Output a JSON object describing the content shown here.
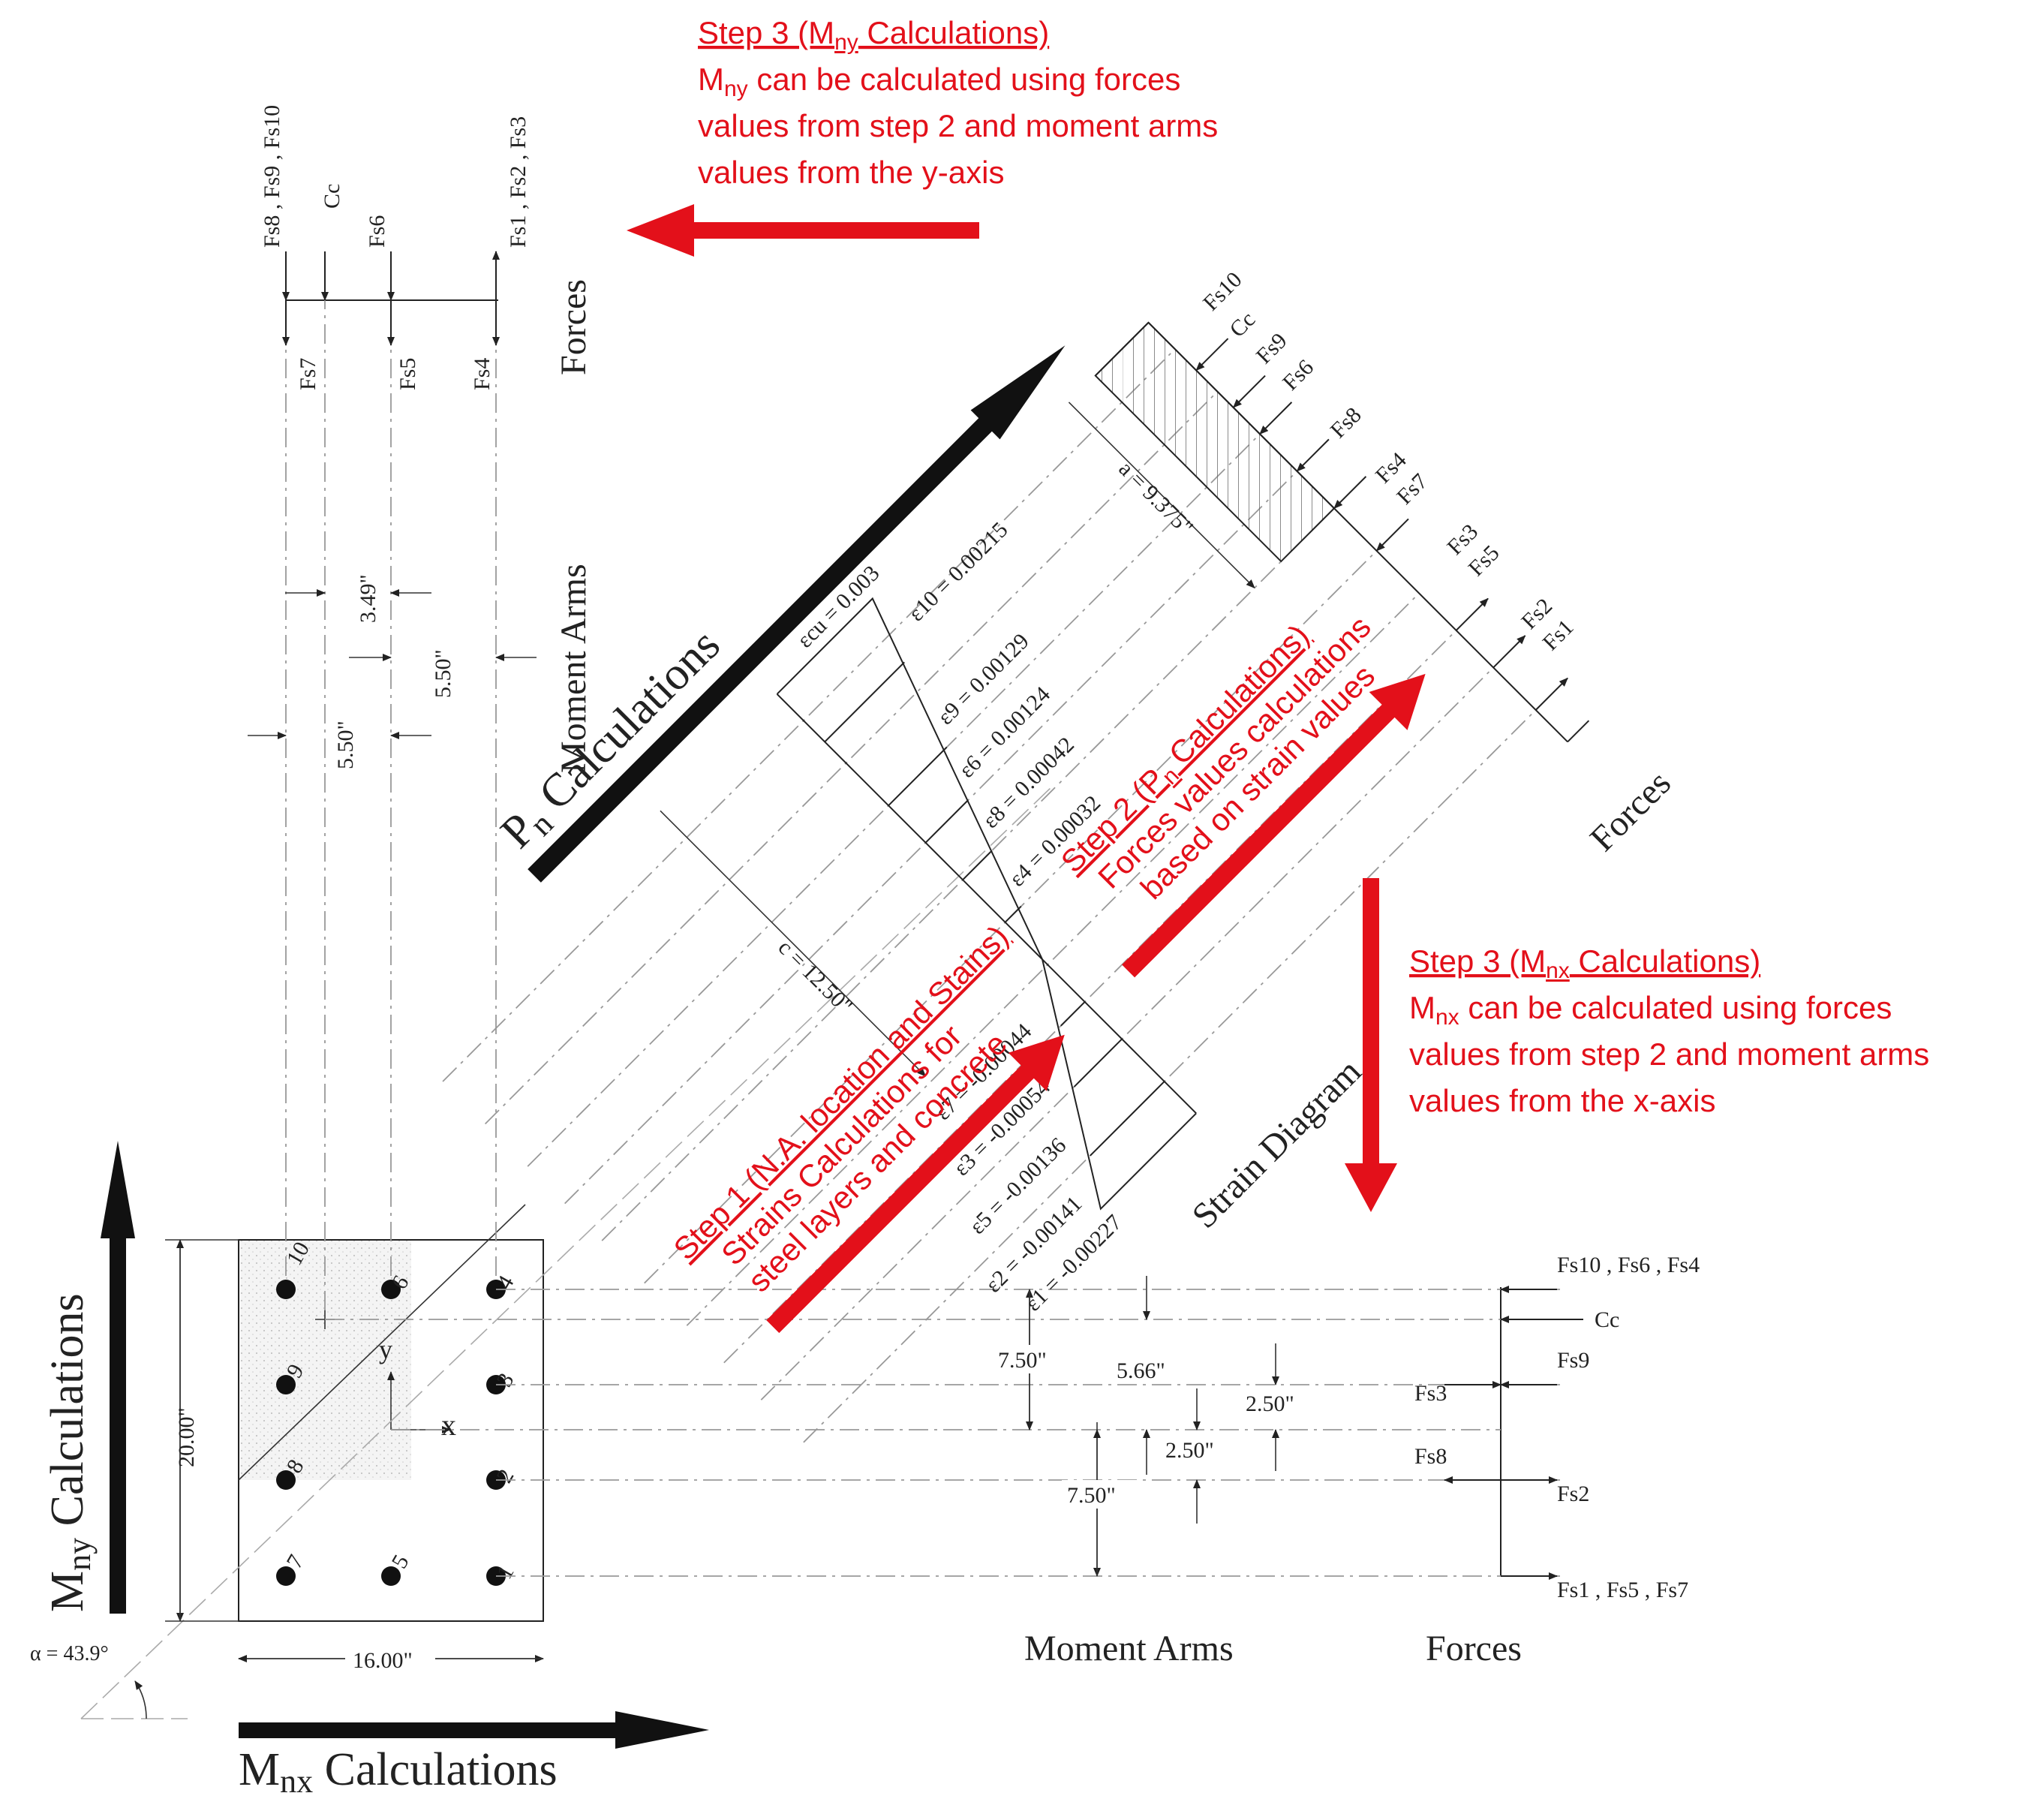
{
  "titles": {
    "pn": "P",
    "pn_sub": "n",
    "pn_rest": " Calculations",
    "mnx": "M",
    "mnx_sub": "nx",
    "mnx_rest": " Calculations",
    "mny": "M",
    "mny_sub": "ny",
    "mny_rest": " Calculations"
  },
  "step3_top": {
    "title_a": "Step 3 (M",
    "title_sub": "ny",
    "title_b": " Calculations)",
    "line1_a": "M",
    "line1_sub": "ny",
    "line1_b": " can be calculated using forces",
    "line2": "values from step 2 and moment arms",
    "line3": "values from the y-axis"
  },
  "step3_right": {
    "title_a": "Step 3 (M",
    "title_sub": "nx",
    "title_b": " Calculations)",
    "line1_a": "M",
    "line1_sub": "nx",
    "line1_b": " can be calculated using forces",
    "line2": "values from step 2 and moment arms",
    "line3": "values from the x-axis"
  },
  "step1": {
    "line1": "Step 1 (N.A. location and Stains)",
    "line2": "Strains Calculations for",
    "line3": "steel layers and concrete"
  },
  "step2": {
    "line1_a": "Step 2 (P",
    "line1_sub": "n",
    "line1_b": " Calculations)",
    "line2": "Forces values calculations",
    "line3": "based on strain values"
  },
  "section": {
    "height": "20.00\"",
    "width": "16.00\"",
    "alpha": "α = 43.9°",
    "x_axis": "x",
    "y_axis": "y",
    "bars": [
      "1",
      "2",
      "3",
      "4",
      "5",
      "6",
      "7",
      "8",
      "9",
      "10"
    ]
  },
  "top_diagram": {
    "forces_label": "Forces",
    "moment_arms_label": "Moment Arms",
    "top_forces": [
      "Fs8 , Fs9 , Fs10",
      "Cc",
      "Fs6",
      "Fs1 , Fs2 , Fs3"
    ],
    "bottom_forces": [
      "Fs7",
      "Fs5",
      "Fs4"
    ],
    "dims": [
      "3.49\"",
      "5.50\"",
      "5.50\""
    ]
  },
  "right_diagram": {
    "forces_label": "Forces",
    "moment_arms_label": "Moment Arms",
    "forces": [
      "Fs10 , Fs6 , Fs4",
      "Cc",
      "Fs9",
      "Fs3",
      "Fs8",
      "Fs2",
      "Fs1 , Fs5 , Fs7"
    ],
    "dims": [
      "7.50\"",
      "5.66\"",
      "2.50\"",
      "2.50\"",
      "7.50\""
    ]
  },
  "strain_diagram": {
    "label": "Strain Diagram",
    "c_dim": "c = 12.50\"",
    "a_dim": "a = 9.375\"",
    "forces_label": "Forces",
    "top_strains": [
      "εcu = 0.003",
      "ε10 = 0.00215",
      "ε9 = 0.00129",
      "ε6 = 0.00124",
      "ε8 = 0.00042",
      "ε4 = 0.00032"
    ],
    "bottom_strains": [
      "ε7 = -0.00044",
      "ε3 = -0.00054",
      "ε5 = -0.00136",
      "ε2 = -0.00141",
      "ε1 = -0.00227"
    ],
    "block_forces": [
      "Fs10",
      "Cc",
      "Fs9",
      "Fs6",
      "Fs8",
      "Fs4",
      "Fs7",
      "Fs3",
      "Fs5",
      "Fs2",
      "Fs1"
    ]
  },
  "colors": {
    "accent": "#e3101a",
    "ink": "#222222"
  }
}
